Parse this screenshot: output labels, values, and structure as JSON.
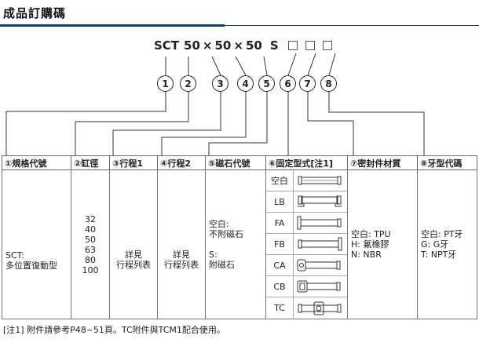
{
  "title": "成品訂購碼",
  "code": {
    "parts": [
      "SCT",
      "50",
      "×",
      "50",
      "×",
      "50",
      "S"
    ],
    "boxes": 3
  },
  "circles": [
    "1",
    "2",
    "3",
    "4",
    "5",
    "6",
    "7",
    "8"
  ],
  "headers": [
    "①規格代號",
    "②缸徑",
    "③行程1",
    "④行程2",
    "⑤磁石代號",
    "⑥固定型式[注1]",
    "⑦密封件材質",
    "⑧牙型代碼"
  ],
  "columns": {
    "spec": [
      "SCT:",
      "多位置復動型"
    ],
    "bore": [
      "32",
      "40",
      "50",
      "63",
      "80",
      "100"
    ],
    "stroke1": [
      "詳見",
      "行程列表"
    ],
    "stroke2": [
      "詳見",
      "行程列表"
    ],
    "magnet": [
      "空白:",
      "不附磁石",
      "",
      "S:",
      "附磁石"
    ],
    "mounting": [
      "空白",
      "LB",
      "FA",
      "FB",
      "CA",
      "CB",
      "TC"
    ],
    "seal": [
      "空白: TPU",
      "H: 氟橡膠",
      "N: NBR"
    ],
    "thread": [
      "空白: PT牙",
      "G: G牙",
      "T: NPT牙"
    ]
  },
  "note": "[注1] 附件請參考P48~51頁。TC附件與TCM1配合使用。"
}
